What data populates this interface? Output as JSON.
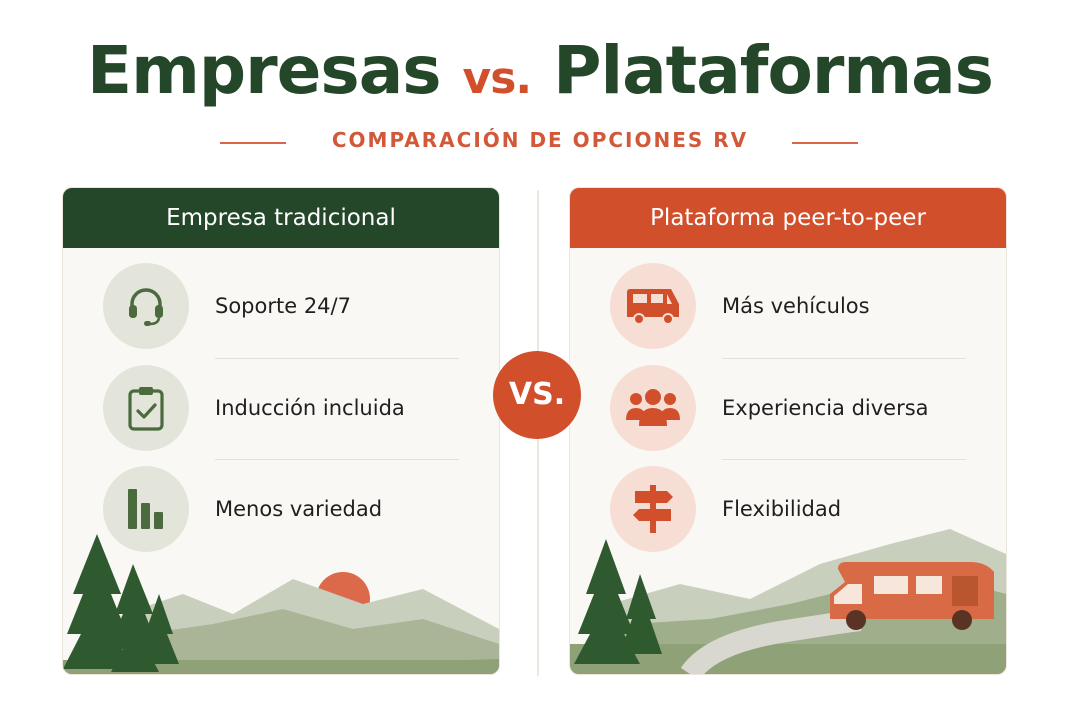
{
  "header": {
    "title_part1": "Empresas",
    "title_vs": "vs.",
    "title_part2": "Plataformas",
    "subtitle": "COMPARACIÓN DE OPCIONES RV"
  },
  "vs_badge": "VS.",
  "left_card": {
    "heading": "Empresa tradicional",
    "items": [
      {
        "label": "Soporte 24/7",
        "icon": "headset-icon"
      },
      {
        "label": "Inducción incluida",
        "icon": "clipboard-check-icon"
      },
      {
        "label": "Menos variedad",
        "icon": "bar-chart-icon"
      }
    ]
  },
  "right_card": {
    "heading": "Plataforma peer-to-peer",
    "items": [
      {
        "label": "Más vehículos",
        "icon": "rv-icon"
      },
      {
        "label": "Experiencia diversa",
        "icon": "people-group-icon"
      },
      {
        "label": "Flexibilidad",
        "icon": "signpost-icon"
      }
    ]
  },
  "colors": {
    "primary_green": "#24472a",
    "accent_orange": "#d24f2c",
    "green_circle": "#e3e5da",
    "orange_circle": "#f6ded4"
  }
}
